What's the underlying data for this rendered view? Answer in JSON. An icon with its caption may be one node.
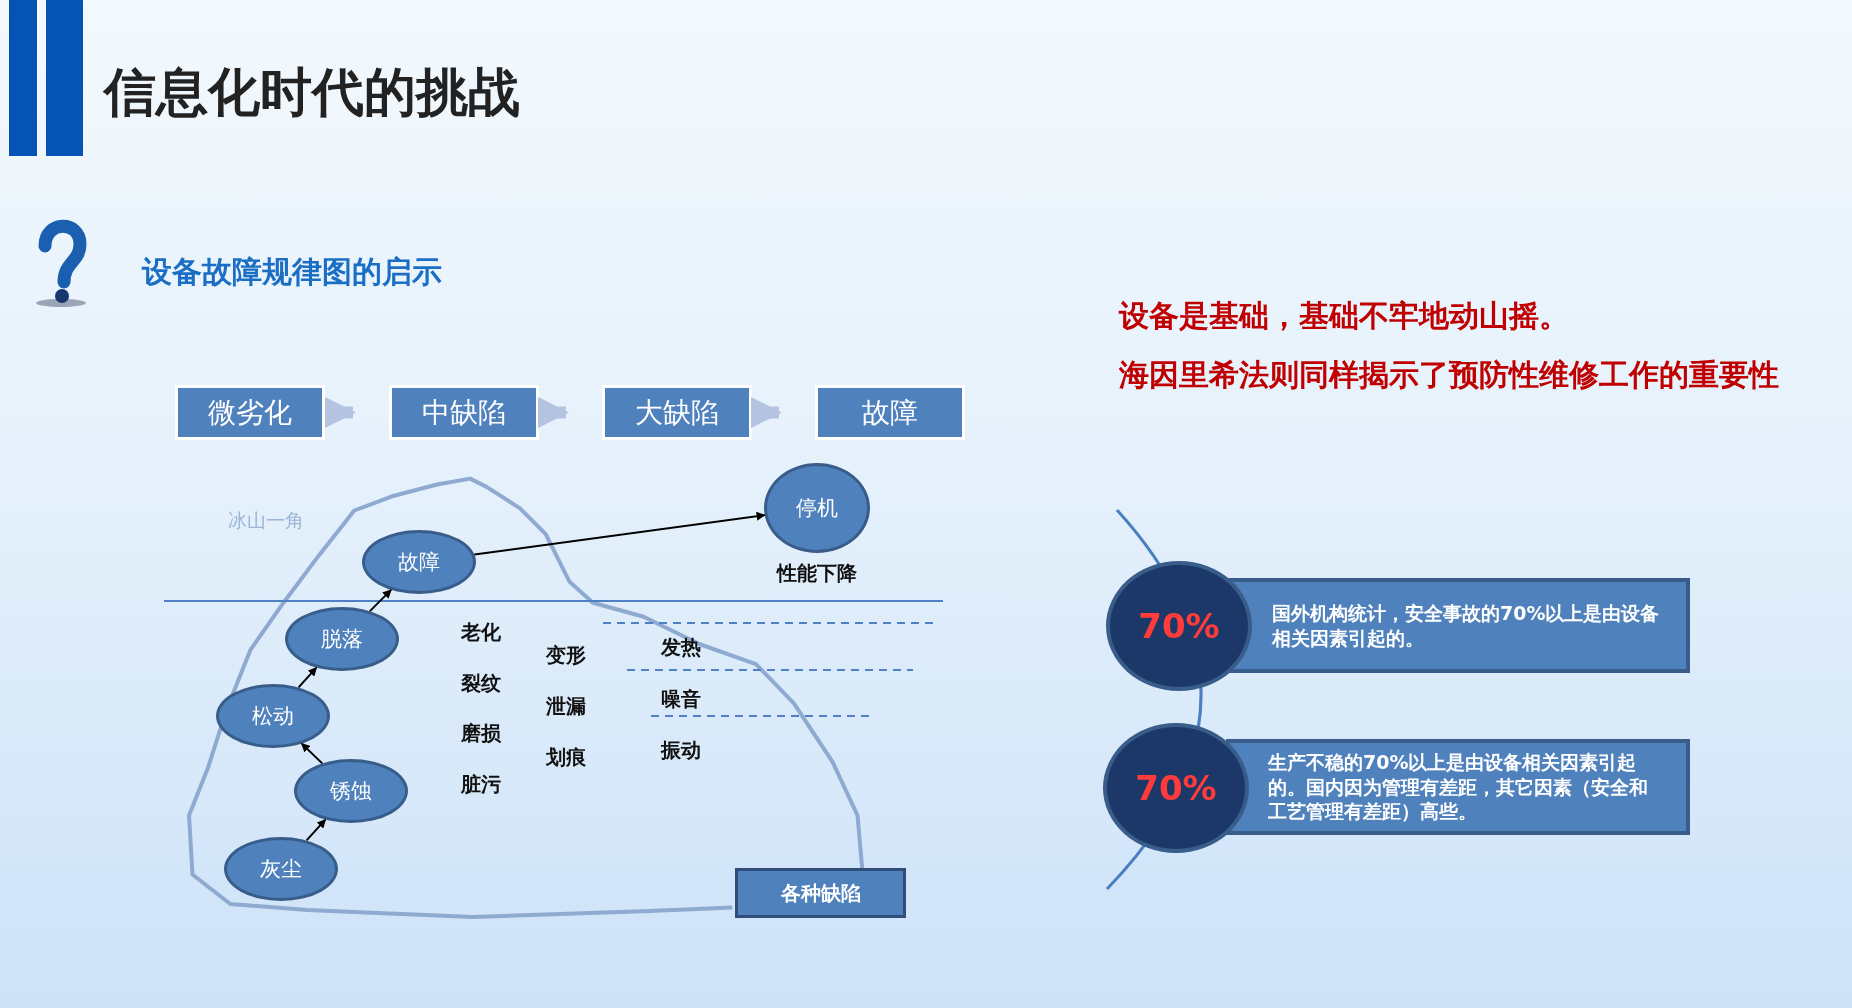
{
  "diagram": {
    "title": "信息化时代的挑战",
    "nodes": [
      {
        "text": [
          "微劣化"
        ]
      },
      {
        "text": [
          "中缺陷"
        ]
      },
      {
        "text": [
          "大缺陷"
        ]
      },
      {
        "text": [
          "故障"
        ]
      },
      {
        "text": [
          "故障"
        ]
      },
      {
        "text": [
          "停机"
        ],
        "beside": [
          "性能下降"
        ]
      },
      {
        "text": [
          "脱落"
        ]
      },
      {
        "text": [
          "松动"
        ]
      },
      {
        "text": [
          "锈蚀"
        ]
      },
      {
        "text": [
          "灰尘"
        ]
      },
      {
        "text": [
          "各种缺陷"
        ]
      },
      {
        "text": [
          "70%"
        ]
      },
      {
        "text": [
          "国外机构统计，安全事故的70%以上是由设备相关因素引起的。"
        ]
      },
      {
        "text": [
          "70%"
        ]
      },
      {
        "text": [
          "生产不稳的70%以上是由设备相关因素引起的。国内因为管理有差距，其它因素（安全和工艺管理有差距）高些。"
        ]
      }
    ],
    "edges": [
      {
        "from": 0,
        "to": 1,
        "arrow": "to",
        "style": "thick",
        "color": "#b4c4e0"
      },
      {
        "from": 1,
        "to": 2,
        "arrow": "to",
        "style": "thick",
        "color": "#b4c4e0"
      },
      {
        "from": 2,
        "to": 3,
        "arrow": "to",
        "style": "thick",
        "color": "#b4c4e0"
      },
      {
        "from": 9,
        "to": 8,
        "arrow": "to"
      },
      {
        "from": 8,
        "to": 7,
        "arrow": "to"
      },
      {
        "from": 7,
        "to": 6,
        "arrow": "to"
      },
      {
        "from": 6,
        "to": 4,
        "arrow": "to"
      },
      {
        "from": 4,
        "to": 5,
        "arrow": "to"
      }
    ],
    "labels": [
      "设备故障规律图的启示",
      "设备是基础，基础不牢地动山摇。",
      "海因里希法则同样揭示了预防性维修工作的重要性",
      "冰山一角",
      "老化",
      "裂纹",
      "磨损",
      "脏污",
      "变形",
      "泄漏",
      "划痕",
      "发热",
      "噪音",
      "振动"
    ]
  }
}
